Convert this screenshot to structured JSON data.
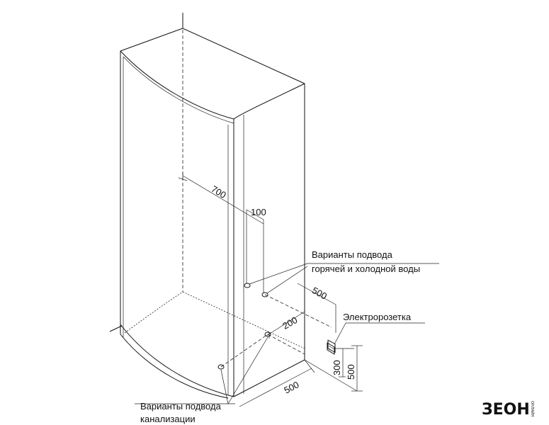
{
  "dimensions": {
    "d700": "700",
    "d100": "100",
    "d200": "200",
    "d500_top": "500",
    "d500_bottom": "500",
    "d300": "300",
    "d500_vertical": "500"
  },
  "labels": {
    "water_line1": "Варианты подвода",
    "water_line2": "горячей и холодной воды",
    "socket": "Электророзетка",
    "drain_line1": "Варианты подвода",
    "drain_line2": "канализации"
  },
  "logo": {
    "text": "ЗЕОН",
    "subtext": "ОНЛАЙН",
    "color": "#111111"
  },
  "colors": {
    "line": "#111111",
    "background": "#ffffff"
  }
}
